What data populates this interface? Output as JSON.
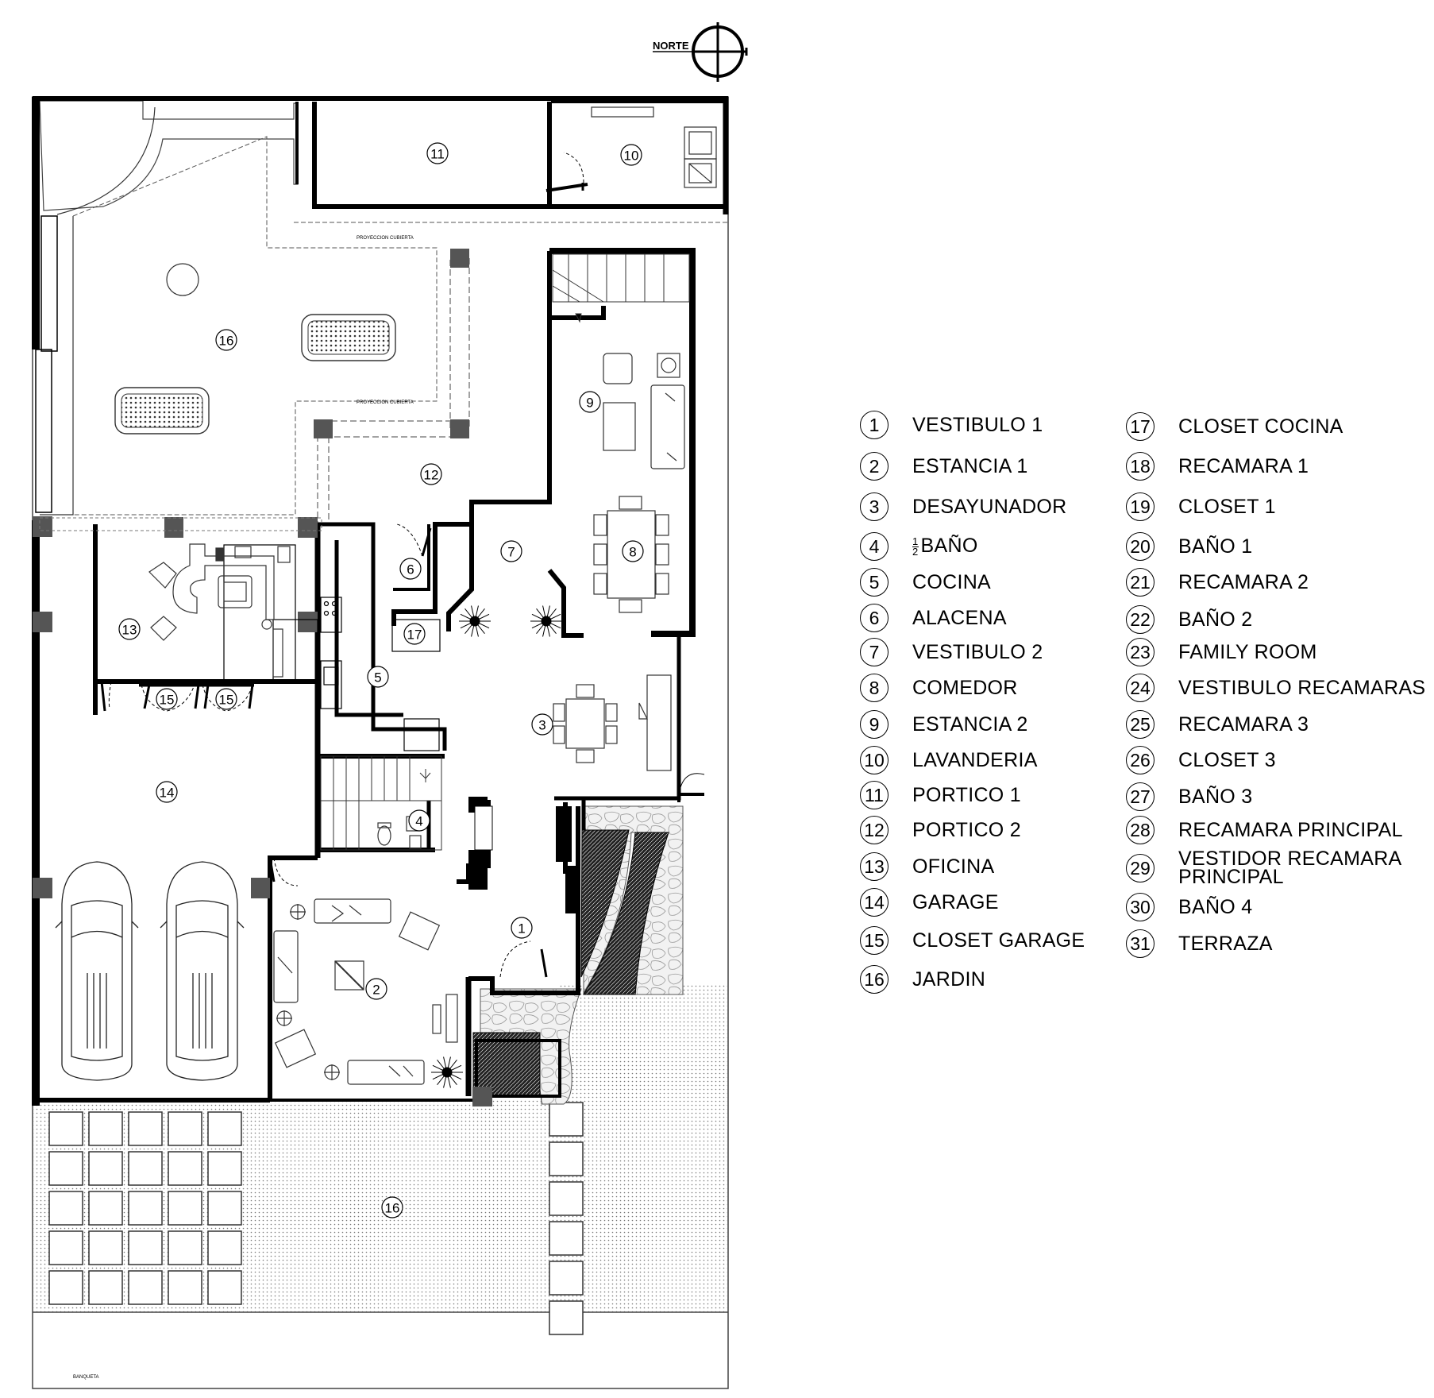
{
  "north_label": "NORTE",
  "plan_labels": {
    "proyeccion_1": "PROYECCION CUBIERTA",
    "proyeccion_2": "PROYECCION CUBIERTA",
    "banqueta": "BANQUETA"
  },
  "room_tags": [
    "11",
    "10",
    "16",
    "9",
    "12",
    "7",
    "8",
    "6",
    "13",
    "17",
    "5",
    "15",
    "15",
    "3",
    "14",
    "4",
    "1",
    "2",
    "16"
  ],
  "legend_left": [
    {
      "num": "1",
      "label": "VESTIBULO 1"
    },
    {
      "num": "2",
      "label": "ESTANCIA 1"
    },
    {
      "num": "3",
      "label": "DESAYUNADOR"
    },
    {
      "num": "4",
      "label": "BAÑO",
      "fraction_num": "1",
      "fraction_den": "2"
    },
    {
      "num": "5",
      "label": "COCINA"
    },
    {
      "num": "6",
      "label": "ALACENA"
    },
    {
      "num": "7",
      "label": "VESTIBULO 2"
    },
    {
      "num": "8",
      "label": "COMEDOR"
    },
    {
      "num": "9",
      "label": "ESTANCIA 2"
    },
    {
      "num": "10",
      "label": "LAVANDERIA"
    },
    {
      "num": "11",
      "label": "PORTICO 1"
    },
    {
      "num": "12",
      "label": "PORTICO 2"
    },
    {
      "num": "13",
      "label": "OFICINA"
    },
    {
      "num": "14",
      "label": "GARAGE"
    },
    {
      "num": "15",
      "label": "CLOSET  GARAGE"
    },
    {
      "num": "16",
      "label": "JARDIN"
    }
  ],
  "legend_right": [
    {
      "num": "17",
      "label": "CLOSET COCINA"
    },
    {
      "num": "18",
      "label": "RECAMARA 1"
    },
    {
      "num": "19",
      "label": "CLOSET 1"
    },
    {
      "num": "20",
      "label": "BAÑO 1"
    },
    {
      "num": "21",
      "label": "RECAMARA 2"
    },
    {
      "num": "22",
      "label": "BAÑO 2"
    },
    {
      "num": "23",
      "label": "FAMILY ROOM"
    },
    {
      "num": "24",
      "label": "VESTIBULO RECAMARAS"
    },
    {
      "num": "25",
      "label": "RECAMARA 3"
    },
    {
      "num": "26",
      "label": "CLOSET 3"
    },
    {
      "num": "27",
      "label": "BAÑO 3"
    },
    {
      "num": "28",
      "label": "RECAMARA PRINCIPAL"
    },
    {
      "num": "29",
      "label": "VESTIDOR RECAMARA\nPRINCIPAL"
    },
    {
      "num": "30",
      "label": "BAÑO 4"
    },
    {
      "num": "31",
      "label": "TERRAZA"
    }
  ]
}
